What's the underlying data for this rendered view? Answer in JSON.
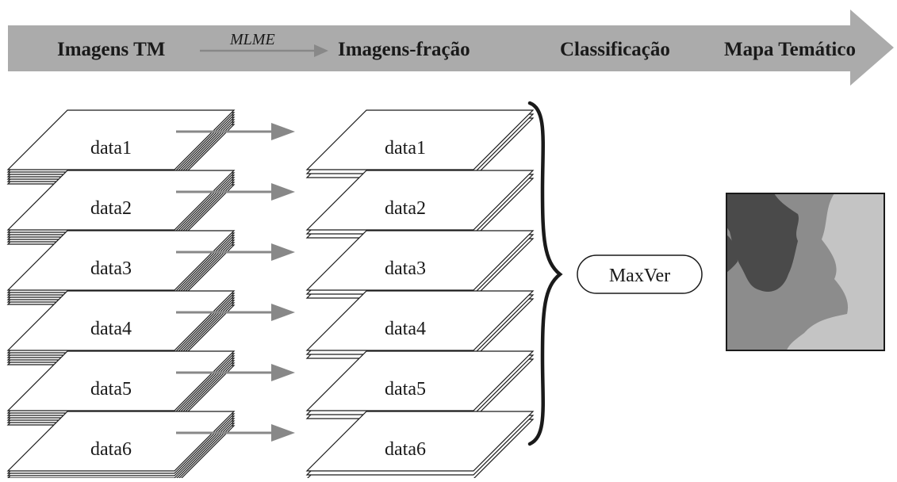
{
  "header": {
    "stage1": "Imagens TM",
    "connector": "MLME",
    "stage2": "Imagens-fração",
    "stage3": "Classificação",
    "stage4": "Mapa Temático"
  },
  "tm_stacks": [
    "data1",
    "data2",
    "data3",
    "data4",
    "data5",
    "data6"
  ],
  "fraction_stacks": [
    "data1",
    "data2",
    "data3",
    "data4",
    "data5",
    "data6"
  ],
  "classifier": "MaxVer",
  "colors": {
    "banner": "#ababab",
    "arrow": "#888888",
    "map_dark": "#4a4a4a",
    "map_mid": "#8c8c8c",
    "map_light": "#c4c4c4"
  }
}
